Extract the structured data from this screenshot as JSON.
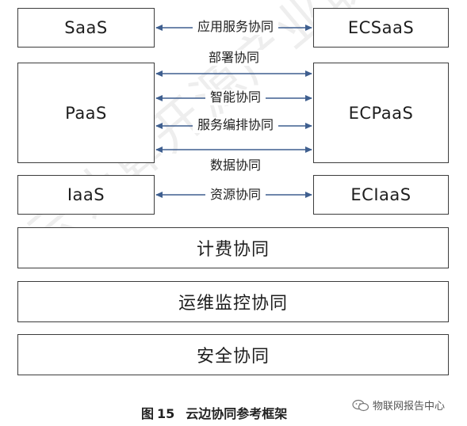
{
  "diagram": {
    "left_boxes": {
      "saas": "SaaS",
      "paas": "PaaS",
      "iaas": "IaaS"
    },
    "right_boxes": {
      "ecsaas": "ECSaaS",
      "ecpaas": "ECPaaS",
      "eciaas": "ECIaaS"
    },
    "links": {
      "app_service": "应用服务协同",
      "deploy": "部署协同",
      "intelligent": "智能协同",
      "service_orchestration": "服务编排协同",
      "data": "数据协同",
      "resource": "资源协同"
    },
    "bars": {
      "billing": "计费协同",
      "ops_monitoring": "运维监控协同",
      "security": "安全协同"
    }
  },
  "caption": {
    "label": "图",
    "number": "15",
    "title": "云边协同参考框架"
  },
  "watermark": {
    "tag": "物联网报告中心",
    "diagonal": "云计算开源产业联盟"
  },
  "colors": {
    "arrow": "#3f5f8f",
    "border": "#3c3c3c"
  }
}
